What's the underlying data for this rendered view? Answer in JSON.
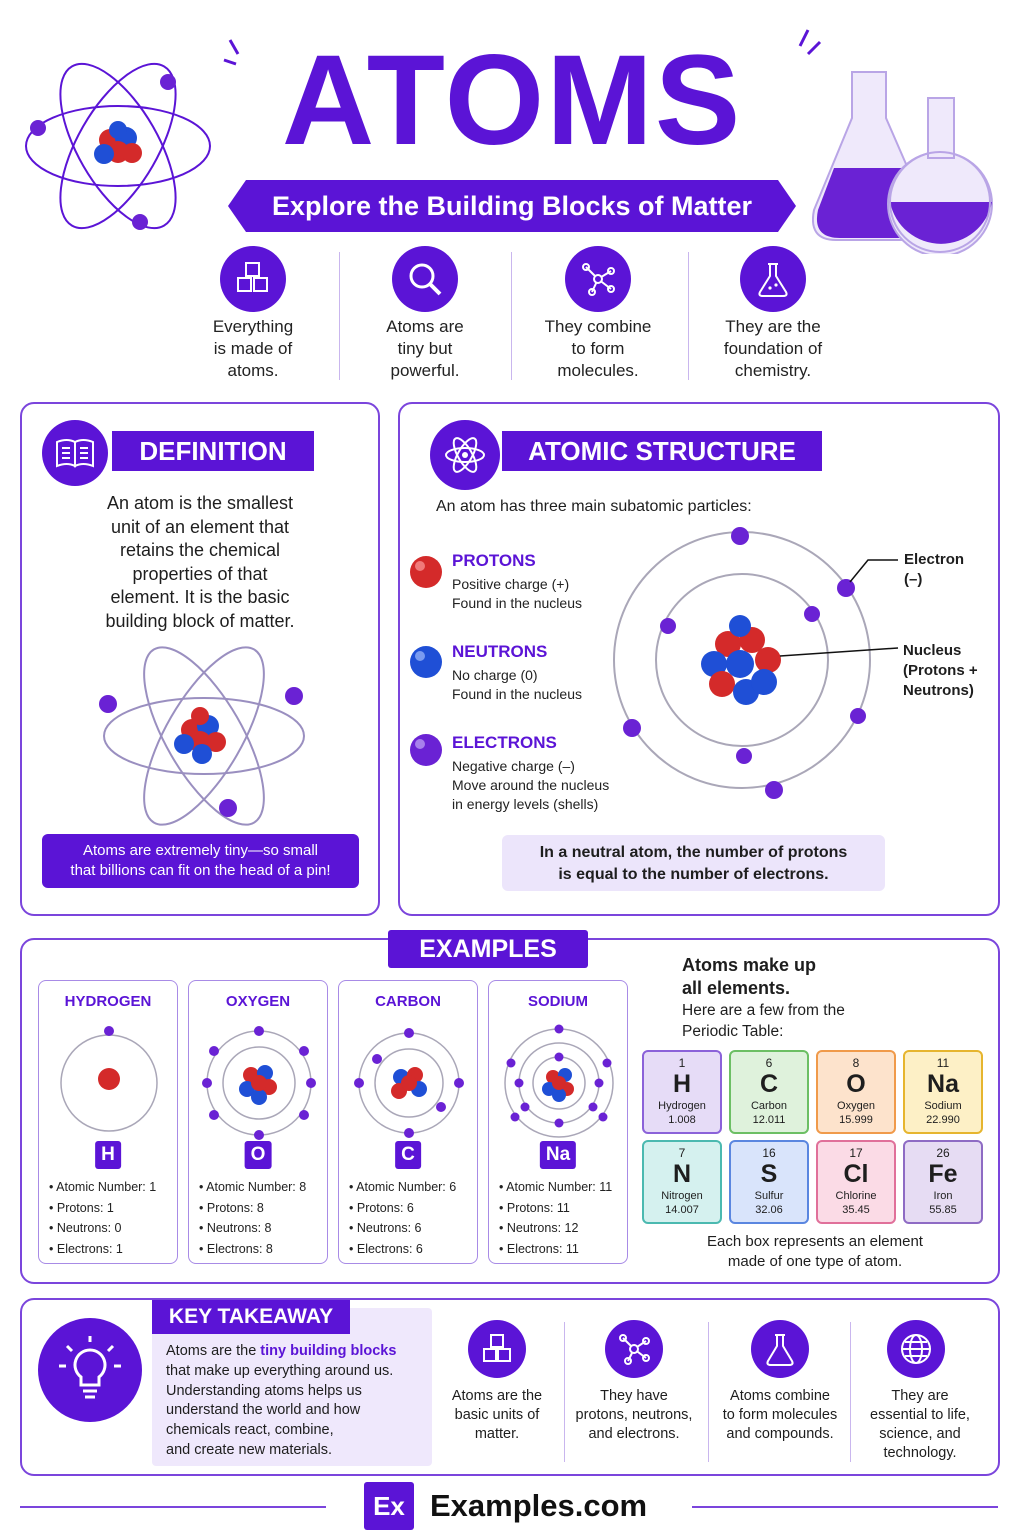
{
  "header": {
    "title": "ATOMS",
    "subtitle": "Explore the Building Blocks of Matter"
  },
  "facts": [
    {
      "icon": "cubes-icon",
      "text1": "Everything",
      "text2": "is made of",
      "text3": "atoms."
    },
    {
      "icon": "magnifier-icon",
      "text1": "Atoms are",
      "text2": "tiny but",
      "text3": "powerful."
    },
    {
      "icon": "molecule-icon",
      "text1": "They combine",
      "text2": "to form",
      "text3": "molecules."
    },
    {
      "icon": "flask-icon",
      "text1": "They are the",
      "text2": "foundation of",
      "text3": "chemistry."
    }
  ],
  "definition": {
    "heading": "DEFINITION",
    "lines": [
      "An atom is the smallest",
      "unit of an element that",
      "retains the chemical",
      "properties of that",
      "element. It is the basic",
      "building block of matter."
    ],
    "note_line1": "Atoms are extremely tiny—so small",
    "note_line2": "that billions can fit on the head of a pin!"
  },
  "structure": {
    "heading": "ATOMIC STRUCTURE",
    "intro": "An atom has three main subatomic particles:",
    "particles": [
      {
        "name": "PROTONS",
        "line1": "Positive charge (+)",
        "line2": "Found in the nucleus",
        "line3": "",
        "color": "#d42a2a"
      },
      {
        "name": "NEUTRONS",
        "line1": "No charge (0)",
        "line2": "Found in the nucleus",
        "line3": "",
        "color": "#1f4fd6"
      },
      {
        "name": "ELECTRONS",
        "line1": "Negative charge (–)",
        "line2": "Move around the nucleus",
        "line3": "in energy levels (shells)",
        "color": "#6a22d4"
      }
    ],
    "label_electron_1": "Electron",
    "label_electron_2": "(–)",
    "label_nucleus_1": "Nucleus",
    "label_nucleus_2": "(Protons +",
    "label_nucleus_3": "Neutrons)",
    "note_line1": "In a neutral atom, the number of protons",
    "note_line2": "is equal to the number of electrons."
  },
  "examples": {
    "heading": "EXAMPLES",
    "cards": [
      {
        "name": "HYDROGEN",
        "symbol": "H",
        "atomic": "Atomic Number: 1",
        "protons": "Protons: 1",
        "neutrons": "Neutrons: 0",
        "electrons": "Electrons: 1"
      },
      {
        "name": "OXYGEN",
        "symbol": "O",
        "atomic": "Atomic Number: 8",
        "protons": "Protons: 8",
        "neutrons": "Neutrons: 8",
        "electrons": "Electrons: 8"
      },
      {
        "name": "CARBON",
        "symbol": "C",
        "atomic": "Atomic Number: 6",
        "protons": "Protons: 6",
        "neutrons": "Neutrons: 6",
        "electrons": "Electrons: 6"
      },
      {
        "name": "SODIUM",
        "symbol": "Na",
        "atomic": "Atomic Number: 11",
        "protons": "Protons: 11",
        "neutrons": "Neutrons: 12",
        "electrons": "Electrons: 11"
      }
    ],
    "side_title1": "Atoms make up",
    "side_title2": "all elements.",
    "side_text1": "Here are a few from the",
    "side_text2": "Periodic Table:",
    "table": [
      {
        "num": "1",
        "sym": "H",
        "name": "Hydrogen",
        "mass": "1.008",
        "bg": "#e6dcf7",
        "border": "#8b62d9"
      },
      {
        "num": "6",
        "sym": "C",
        "name": "Carbon",
        "mass": "12.011",
        "bg": "#dff2dc",
        "border": "#6cbf64"
      },
      {
        "num": "8",
        "sym": "O",
        "name": "Oxygen",
        "mass": "15.999",
        "bg": "#fde3cc",
        "border": "#f09a4a"
      },
      {
        "num": "11",
        "sym": "Na",
        "name": "Sodium",
        "mass": "22.990",
        "bg": "#fdf0c6",
        "border": "#e6b52e"
      },
      {
        "num": "7",
        "sym": "N",
        "name": "Nitrogen",
        "mass": "14.007",
        "bg": "#d5f1ef",
        "border": "#4bb9b0"
      },
      {
        "num": "16",
        "sym": "S",
        "name": "Sulfur",
        "mass": "32.06",
        "bg": "#d9e4fb",
        "border": "#5a86e0"
      },
      {
        "num": "17",
        "sym": "Cl",
        "name": "Chlorine",
        "mass": "35.45",
        "bg": "#fbdbe6",
        "border": "#e0709a"
      },
      {
        "num": "26",
        "sym": "Fe",
        "name": "Iron",
        "mass": "55.85",
        "bg": "#e6dcf3",
        "border": "#8e6bc4"
      }
    ],
    "table_note1": "Each box represents an element",
    "table_note2": "made of one type of atom."
  },
  "takeaway": {
    "heading": "KEY TAKEAWAY",
    "line1_a": "Atoms are the ",
    "line1_b": "tiny building blocks",
    "line2": "that make up everything around us.",
    "line3": "Understanding atoms helps us",
    "line4": "understand the world and how",
    "line5": "chemicals react, combine,",
    "line6": "and create new materials.",
    "points": [
      {
        "icon": "cubes-icon",
        "l1": "Atoms are the",
        "l2": "basic units of",
        "l3": "matter.",
        "l4": ""
      },
      {
        "icon": "molecule-icon",
        "l1": "They have",
        "l2": "protons, neutrons,",
        "l3": "and electrons.",
        "l4": ""
      },
      {
        "icon": "flask-icon",
        "l1": "Atoms combine",
        "l2": "to form molecules",
        "l3": "and compounds.",
        "l4": ""
      },
      {
        "icon": "globe-icon",
        "l1": "They are",
        "l2": "essential to life,",
        "l3": "science, and",
        "l4": "technology."
      }
    ]
  },
  "footer": {
    "logo": "Ex",
    "site": "Examples.com"
  },
  "colors": {
    "primary": "#5b14d6",
    "proton": "#d42a2a",
    "neutron": "#1f4fd6",
    "electron": "#6a22d4"
  }
}
